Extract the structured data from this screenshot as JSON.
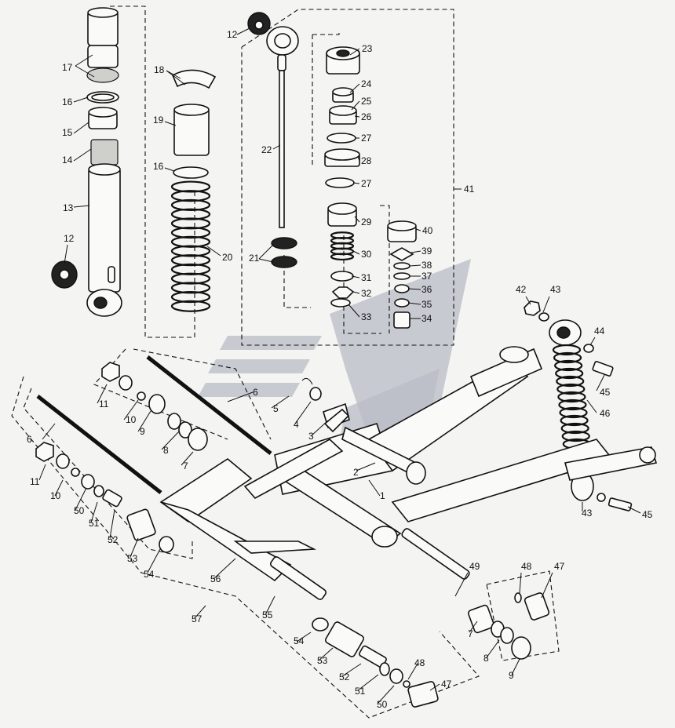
{
  "labels": {
    "l1": "1",
    "l2": "2",
    "l3": "3",
    "l4": "4",
    "l5": "5",
    "l6a": "6",
    "l6b": "6",
    "l7a": "7",
    "l7b": "7",
    "l8a": "8",
    "l8b": "8",
    "l9a": "9",
    "l9b": "9",
    "l10a": "10",
    "l10b": "10",
    "l11a": "11",
    "l11b": "11",
    "l12a": "12",
    "l12b": "12",
    "l13": "13",
    "l14": "14",
    "l15": "15",
    "l16a": "16",
    "l16b": "16",
    "l17": "17",
    "l18": "18",
    "l19": "19",
    "l20": "20",
    "l21": "21",
    "l22": "22",
    "l23": "23",
    "l24": "24",
    "l25": "25",
    "l26": "26",
    "l27a": "27",
    "l27b": "27",
    "l28": "28",
    "l29": "29",
    "l30": "30",
    "l31": "31",
    "l32": "32",
    "l33": "33",
    "l34": "34",
    "l35": "35",
    "l36": "36",
    "l37": "37",
    "l38": "38",
    "l39": "39",
    "l40": "40",
    "l41": "41",
    "l42": "42",
    "l43a": "43",
    "l43b": "43",
    "l44": "44",
    "l45a": "45",
    "l45b": "45",
    "l46": "46",
    "l47a": "47",
    "l47b": "47",
    "l48a": "48",
    "l48b": "48",
    "l49": "49",
    "l50a": "50",
    "l50b": "50",
    "l51a": "51",
    "l51b": "51",
    "l52a": "52",
    "l52b": "52",
    "l53a": "53",
    "l53b": "53",
    "l54a": "54",
    "l54b": "54",
    "l55": "55",
    "l56": "56",
    "l57": "57"
  },
  "colors": {
    "ink": "#111111",
    "paper": "#f4f4f2",
    "watermark": "#b9bcc6"
  }
}
